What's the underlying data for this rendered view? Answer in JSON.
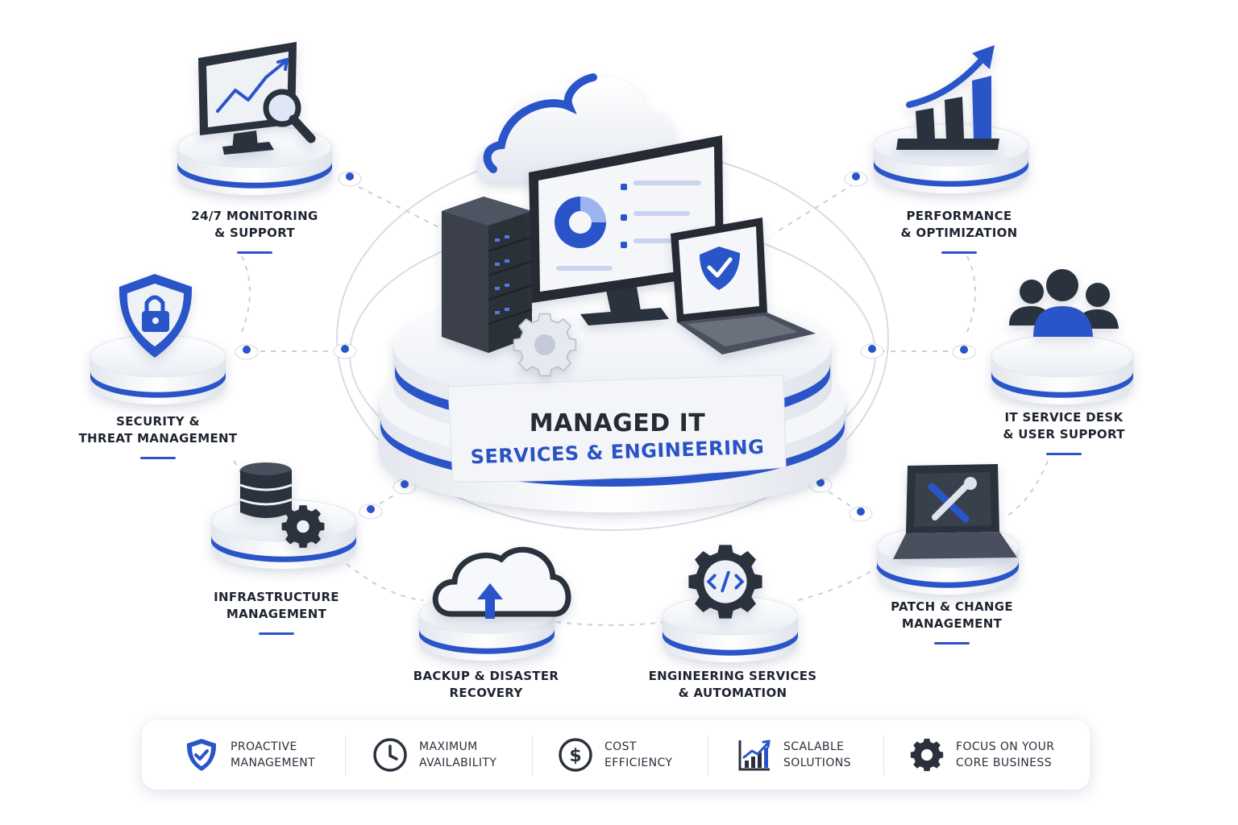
{
  "colors": {
    "accent": "#2a55c8",
    "dark": "#2b313c",
    "text": "#1f2530",
    "platform": "#f2f4f8"
  },
  "center": {
    "line1": "MANAGED IT",
    "line2": "SERVICES & ENGINEERING"
  },
  "services": [
    {
      "icon": "monitor-chart-magnifier-icon",
      "line1": "24/7 MONITORING",
      "line2": "& SUPPORT"
    },
    {
      "icon": "bar-chart-growth-icon",
      "line1": "PERFORMANCE",
      "line2": "& OPTIMIZATION"
    },
    {
      "icon": "shield-lock-icon",
      "line1": "SECURITY &",
      "line2": "THREAT MANAGEMENT"
    },
    {
      "icon": "users-group-icon",
      "line1": "IT SERVICE DESK",
      "line2": "& USER SUPPORT"
    },
    {
      "icon": "database-gear-icon",
      "line1": "INFRASTRUCTURE",
      "line2": "MANAGEMENT"
    },
    {
      "icon": "laptop-tools-icon",
      "line1": "PATCH & CHANGE",
      "line2": "MANAGEMENT"
    },
    {
      "icon": "cloud-upload-icon",
      "line1": "BACKUP & DISASTER",
      "line2": "RECOVERY"
    },
    {
      "icon": "gear-code-icon",
      "line1": "ENGINEERING SERVICES",
      "line2": "& AUTOMATION"
    }
  ],
  "benefits": [
    {
      "icon": "shield-check-icon",
      "line1": "PROACTIVE",
      "line2": "MANAGEMENT"
    },
    {
      "icon": "clock-icon",
      "line1": "MAXIMUM",
      "line2": "AVAILABILITY"
    },
    {
      "icon": "dollar-coin-icon",
      "line1": "COST",
      "line2": "EFFICIENCY"
    },
    {
      "icon": "growth-chart-icon",
      "line1": "SCALABLE",
      "line2": "SOLUTIONS"
    },
    {
      "icon": "gear-icon",
      "line1": "FOCUS ON YOUR",
      "line2": "CORE BUSINESS"
    }
  ]
}
